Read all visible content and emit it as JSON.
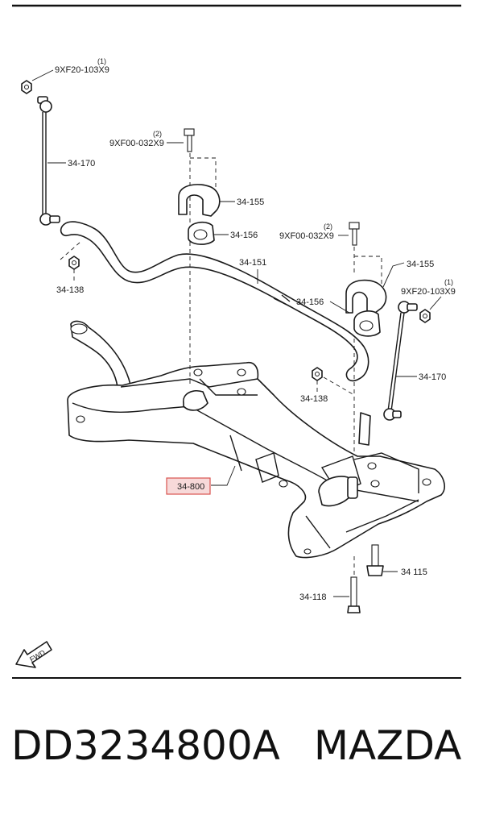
{
  "labels": {
    "bolt_top_left": "9XF20-103X9",
    "bolt_top_left_qty": "(1)",
    "bolt_top_mid": "9XF00-032X9",
    "bolt_top_mid_qty": "(2)",
    "bolt_right_mid": "9XF00-032X9",
    "bolt_right_mid_qty": "(2)",
    "bolt_right_link": "9XF20-103X9",
    "bolt_right_link_qty": "(1)",
    "link_left": "34-170",
    "link_right": "34-170",
    "clamp_left": "34-155",
    "clamp_right": "34-155",
    "bushing_left": "34-156",
    "bushing_right": "34-156",
    "stabilizer_bar": "34-151",
    "nut_left": "34-138",
    "nut_right": "34-138",
    "crossmember": "34-800",
    "mount_bolt_right": "34 115",
    "mount_bolt_lower": "34-118",
    "fwd": "FWD"
  },
  "footer": {
    "part_number": "DD3234800A",
    "manufacturer": "MAZDA"
  },
  "colors": {
    "highlight_fill": "#f7d9d9",
    "highlight_stroke": "#d9534f",
    "ink": "#1a1a1a"
  }
}
